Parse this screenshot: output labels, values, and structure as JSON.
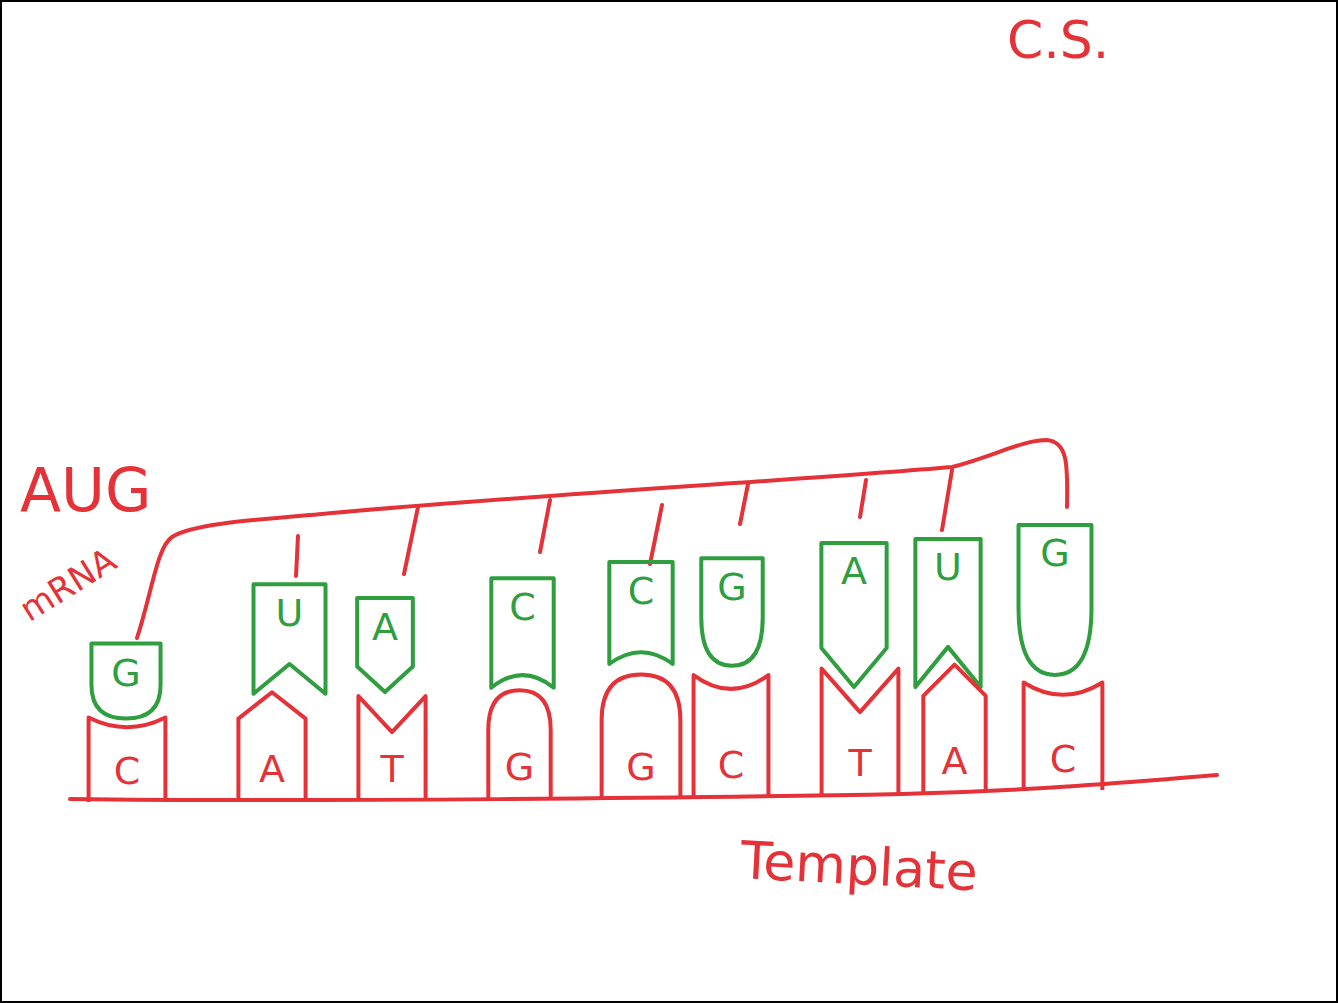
{
  "diagram": {
    "nodes": [
      {
        "text": [
          "G"
        ]
      },
      {
        "text": [
          "U"
        ]
      },
      {
        "text": [
          "A"
        ]
      },
      {
        "text": [
          "C"
        ]
      },
      {
        "text": [
          "C"
        ]
      },
      {
        "text": [
          "G"
        ]
      },
      {
        "text": [
          "A"
        ]
      },
      {
        "text": [
          "U"
        ]
      },
      {
        "text": [
          "G"
        ]
      },
      {
        "text": [
          "C"
        ]
      },
      {
        "text": [
          "A"
        ]
      },
      {
        "text": [
          "T"
        ]
      },
      {
        "text": [
          "G"
        ]
      },
      {
        "text": [
          "G"
        ]
      },
      {
        "text": [
          "C"
        ]
      },
      {
        "text": [
          "T"
        ]
      },
      {
        "text": [
          "A"
        ]
      },
      {
        "text": [
          "C"
        ]
      }
    ],
    "labels": [
      "C.S.",
      "AUG",
      "mRNA",
      "Template"
    ]
  }
}
